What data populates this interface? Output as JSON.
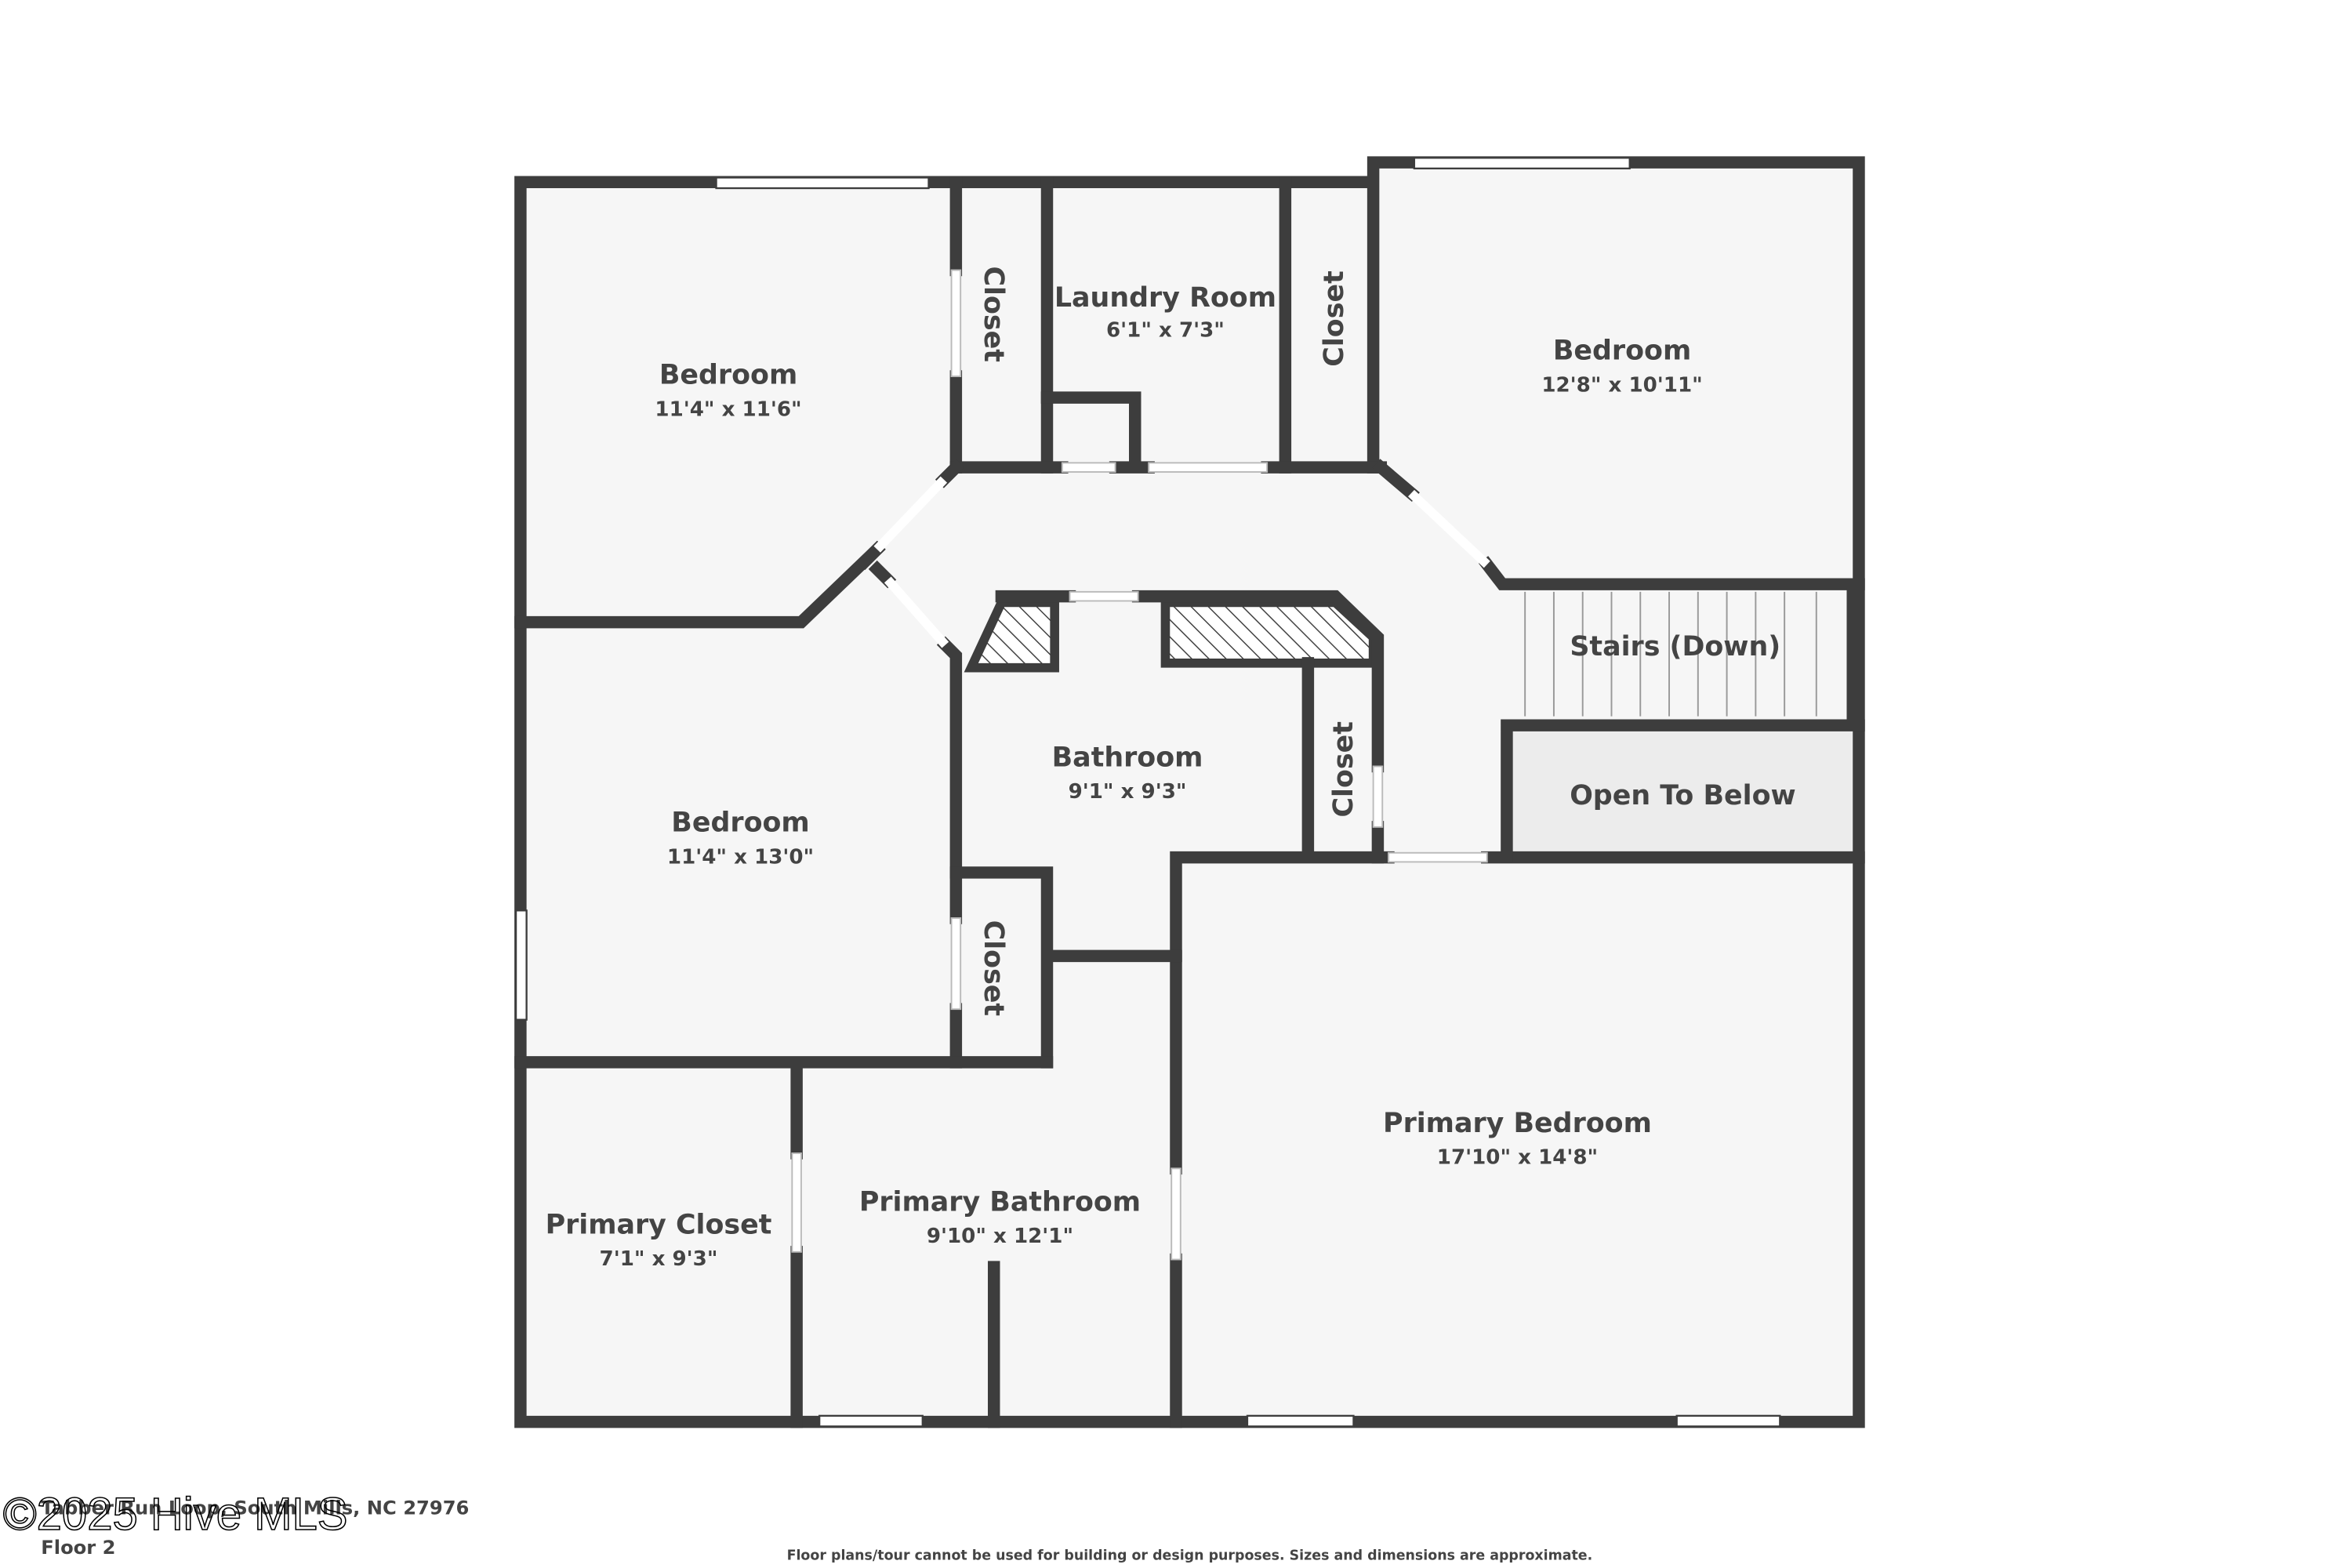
{
  "address": "Tabber Run Loop, South Mills, NC 27976",
  "floor": "Floor 2",
  "disclaimer": "Floor plans/tour cannot be used for building or design purposes. Sizes and dimensions are approximate.",
  "watermark": "©2025 Hive MLS",
  "colors": {
    "wall": "#3d3d3d",
    "floor": "#f6f6f6",
    "open_to_below": "#ececec"
  },
  "rooms": [
    {
      "name": "Bedroom",
      "dims": "11'4\" x 11'6\""
    },
    {
      "name": "Closet",
      "dims": ""
    },
    {
      "name": "Laundry Room",
      "dims": "6'1\" x 7'3\""
    },
    {
      "name": "Closet",
      "dims": ""
    },
    {
      "name": "Bedroom",
      "dims": "12'8\" x 10'11\""
    },
    {
      "name": "Stairs (Down)",
      "dims": ""
    },
    {
      "name": "Open To Below",
      "dims": ""
    },
    {
      "name": "Bedroom",
      "dims": "11'4\" x 13'0\""
    },
    {
      "name": "Bathroom",
      "dims": "9'1\" x 9'3\""
    },
    {
      "name": "Closet",
      "dims": ""
    },
    {
      "name": "Closet",
      "dims": ""
    },
    {
      "name": "Primary Bedroom",
      "dims": "17'10\" x 14'8\""
    },
    {
      "name": "Primary Closet",
      "dims": "7'1\" x 9'3\""
    },
    {
      "name": "Primary Bathroom",
      "dims": "9'10\" x 12'1\""
    }
  ]
}
